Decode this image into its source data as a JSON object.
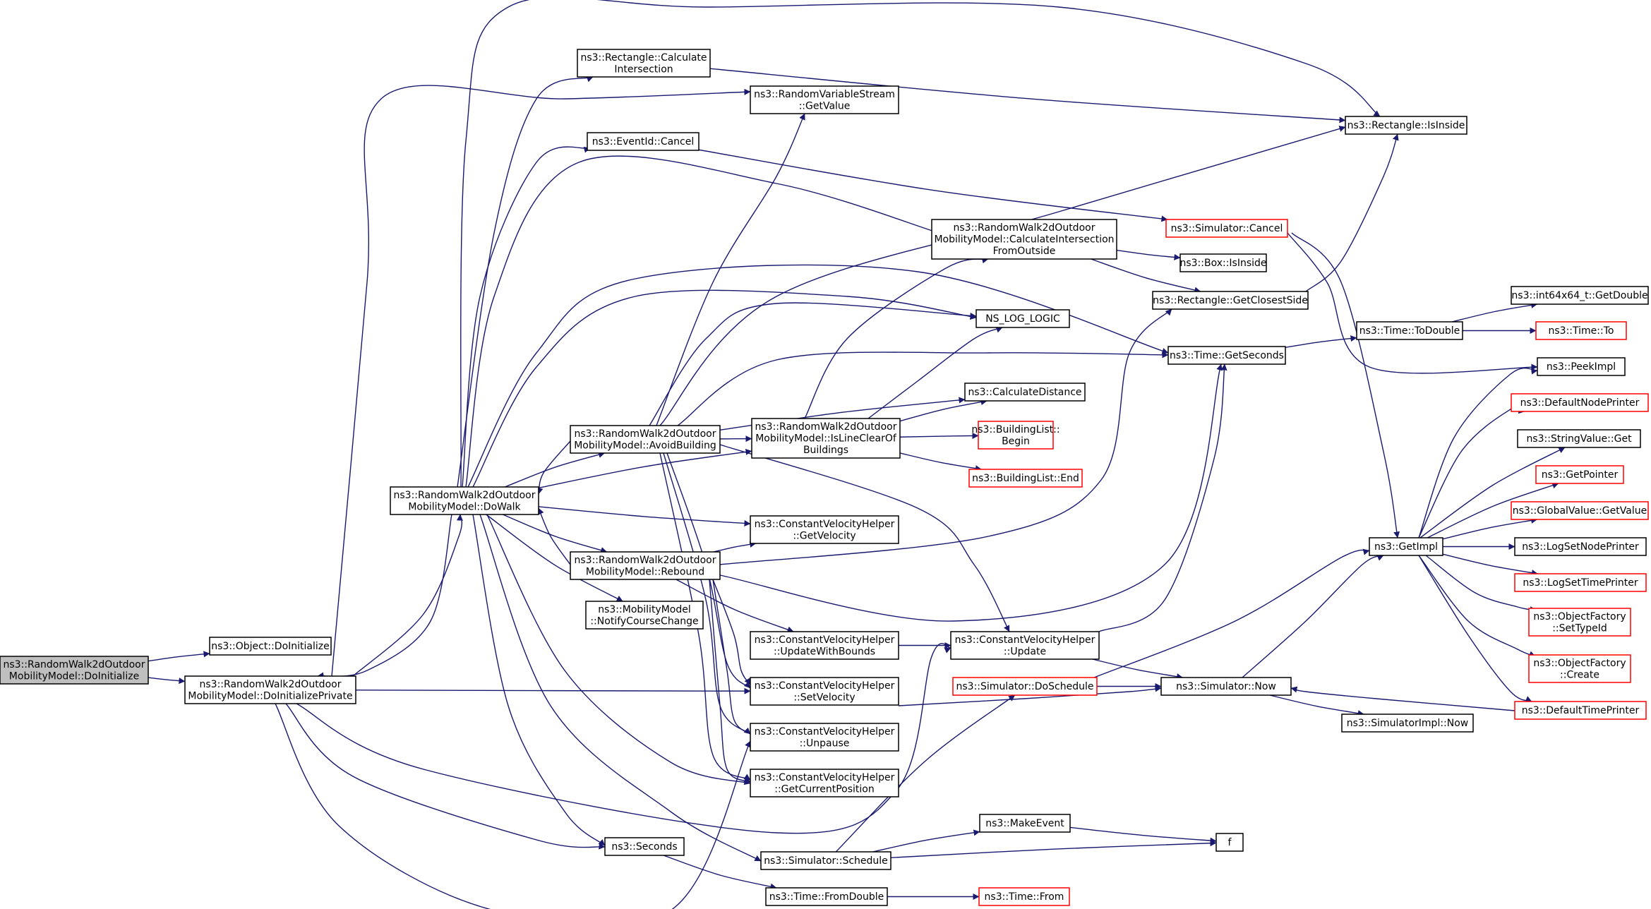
{
  "colors": {
    "edge": "#191970",
    "node_border": "#000000",
    "node_border_truncated": "#ff0000",
    "root_fill": "#bfbfbf",
    "node_fill": "#ffffff"
  },
  "nodes": [
    {
      "id": "root",
      "lines": [
        "ns3::RandomWalk2dOutdoor",
        "MobilityModel::DoInitialize"
      ],
      "root": true
    },
    {
      "id": "objinit",
      "lines": [
        "ns3::Object::DoInitialize"
      ]
    },
    {
      "id": "doinitpriv",
      "lines": [
        "ns3::RandomWalk2dOutdoor",
        "MobilityModel::DoInitializePrivate"
      ]
    },
    {
      "id": "dowalk",
      "lines": [
        "ns3::RandomWalk2dOutdoor",
        "MobilityModel::DoWalk"
      ]
    },
    {
      "id": "rectcalc",
      "lines": [
        "ns3::Rectangle::Calculate",
        "Intersection"
      ]
    },
    {
      "id": "eventcancel",
      "lines": [
        "ns3::EventId::Cancel"
      ]
    },
    {
      "id": "avoid",
      "lines": [
        "ns3::RandomWalk2dOutdoor",
        "MobilityModel::AvoidBuilding"
      ]
    },
    {
      "id": "rebound",
      "lines": [
        "ns3::RandomWalk2dOutdoor",
        "MobilityModel::Rebound"
      ]
    },
    {
      "id": "notify",
      "lines": [
        "ns3::MobilityModel",
        "::NotifyCourseChange"
      ]
    },
    {
      "id": "seconds",
      "lines": [
        "ns3::Seconds"
      ]
    },
    {
      "id": "rvs",
      "lines": [
        "ns3::RandomVariableStream",
        "::GetValue"
      ]
    },
    {
      "id": "calcinter",
      "lines": [
        "ns3::RandomWalk2dOutdoor",
        "MobilityModel::CalculateIntersection",
        "FromOutside"
      ]
    },
    {
      "id": "nslog",
      "lines": [
        "NS_LOG_LOGIC"
      ]
    },
    {
      "id": "calcdist",
      "lines": [
        "ns3::CalculateDistance"
      ]
    },
    {
      "id": "islineclear",
      "lines": [
        "ns3::RandomWalk2dOutdoor",
        "MobilityModel::IsLineClearOf",
        "Buildings"
      ]
    },
    {
      "id": "bldbegin",
      "lines": [
        "ns3::BuildingList::",
        "Begin"
      ],
      "truncated": true
    },
    {
      "id": "bldend",
      "lines": [
        "ns3::BuildingList::End"
      ],
      "truncated": true
    },
    {
      "id": "boxinside",
      "lines": [
        "ns3::Box::IsInside"
      ]
    },
    {
      "id": "rectclosest",
      "lines": [
        "ns3::Rectangle::GetClosestSide"
      ]
    },
    {
      "id": "getseconds",
      "lines": [
        "ns3::Time::GetSeconds"
      ]
    },
    {
      "id": "cvgetvel",
      "lines": [
        "ns3::ConstantVelocityHelper",
        "::GetVelocity"
      ]
    },
    {
      "id": "cvupdbounds",
      "lines": [
        "ns3::ConstantVelocityHelper",
        "::UpdateWithBounds"
      ]
    },
    {
      "id": "cvsetvel",
      "lines": [
        "ns3::ConstantVelocityHelper",
        "::SetVelocity"
      ]
    },
    {
      "id": "cvunpause",
      "lines": [
        "ns3::ConstantVelocityHelper",
        "::Unpause"
      ]
    },
    {
      "id": "cvgetpos",
      "lines": [
        "ns3::ConstantVelocityHelper",
        "::GetCurrentPosition"
      ]
    },
    {
      "id": "cvupdate",
      "lines": [
        "ns3::ConstantVelocityHelper",
        "::Update"
      ]
    },
    {
      "id": "simschedule",
      "lines": [
        "ns3::Simulator::Schedule"
      ]
    },
    {
      "id": "simdoschedule",
      "lines": [
        "ns3::Simulator::DoSchedule"
      ],
      "truncated": true
    },
    {
      "id": "makeevent",
      "lines": [
        "ns3::MakeEvent"
      ]
    },
    {
      "id": "f",
      "lines": [
        "f"
      ]
    },
    {
      "id": "fromdouble",
      "lines": [
        "ns3::Time::FromDouble"
      ]
    },
    {
      "id": "timefrom",
      "lines": [
        "ns3::Time::From"
      ],
      "truncated": true
    },
    {
      "id": "rectinside",
      "lines": [
        "ns3::Rectangle::IsInside"
      ]
    },
    {
      "id": "simcancel",
      "lines": [
        "ns3::Simulator::Cancel"
      ],
      "truncated": true
    },
    {
      "id": "todouble",
      "lines": [
        "ns3::Time::ToDouble"
      ]
    },
    {
      "id": "int64",
      "lines": [
        "ns3::int64x64_t::GetDouble"
      ]
    },
    {
      "id": "timeto",
      "lines": [
        "ns3::Time::To"
      ],
      "truncated": true
    },
    {
      "id": "simnow",
      "lines": [
        "ns3::Simulator::Now"
      ]
    },
    {
      "id": "simimplnow",
      "lines": [
        "ns3::SimulatorImpl::Now"
      ]
    },
    {
      "id": "getimpl",
      "lines": [
        "ns3::GetImpl"
      ]
    },
    {
      "id": "peekimpl",
      "lines": [
        "ns3::PeekImpl"
      ]
    },
    {
      "id": "defnode",
      "lines": [
        "ns3::DefaultNodePrinter"
      ],
      "truncated": true
    },
    {
      "id": "strget",
      "lines": [
        "ns3::StringValue::Get"
      ]
    },
    {
      "id": "getpointer",
      "lines": [
        "ns3::GetPointer"
      ],
      "truncated": true
    },
    {
      "id": "globalget",
      "lines": [
        "ns3::GlobalValue::GetValue"
      ],
      "truncated": true
    },
    {
      "id": "lognode",
      "lines": [
        "ns3::LogSetNodePrinter"
      ]
    },
    {
      "id": "logtime",
      "lines": [
        "ns3::LogSetTimePrinter"
      ],
      "truncated": true
    },
    {
      "id": "objfacttype",
      "lines": [
        "ns3::ObjectFactory",
        "::SetTypeId"
      ],
      "truncated": true
    },
    {
      "id": "objfactcreate",
      "lines": [
        "ns3::ObjectFactory",
        "::Create"
      ],
      "truncated": true
    },
    {
      "id": "deftime",
      "lines": [
        "ns3::DefaultTimePrinter"
      ],
      "truncated": true
    }
  ]
}
